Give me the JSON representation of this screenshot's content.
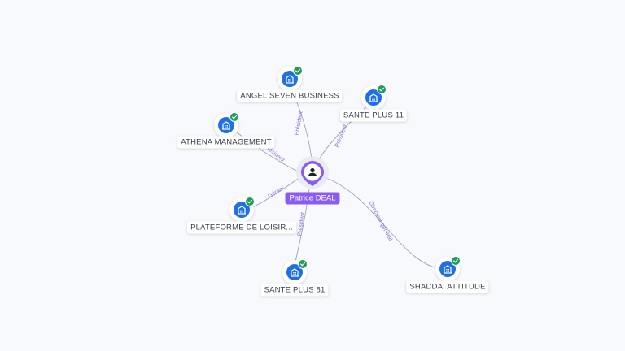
{
  "center": {
    "name": "Patrice DEAL",
    "icon": "person-icon",
    "color": "#8a5cf2"
  },
  "companies": [
    {
      "id": "angel",
      "name": "ANGEL SEVEN BUSINESS",
      "role": "Président",
      "icon": "company-building-icon",
      "verified": true
    },
    {
      "id": "sante11",
      "name": "SANTE PLUS 11",
      "role": "Président",
      "icon": "company-building-icon",
      "verified": true
    },
    {
      "id": "athena",
      "name": "ATHENA MANAGEMENT",
      "role": "Président",
      "icon": "company-building-icon",
      "verified": true
    },
    {
      "id": "plateforme",
      "name": "PLATEFORME DE LOISIR...",
      "role": "Gérant",
      "icon": "company-building-icon",
      "verified": true
    },
    {
      "id": "sante81",
      "name": "SANTE PLUS 81",
      "role": "Président",
      "icon": "company-building-icon",
      "verified": true
    },
    {
      "id": "shaddai",
      "name": "SHADDAI ATTITUDE",
      "role": "Directeur général",
      "icon": "company-building-icon",
      "verified": true
    }
  ],
  "colors": {
    "company": "#1f6fe5",
    "verified": "#1f9d55",
    "edge": "#9aa3b8",
    "edge_label": "#8a6fd6",
    "background": "#f8f9fc"
  }
}
